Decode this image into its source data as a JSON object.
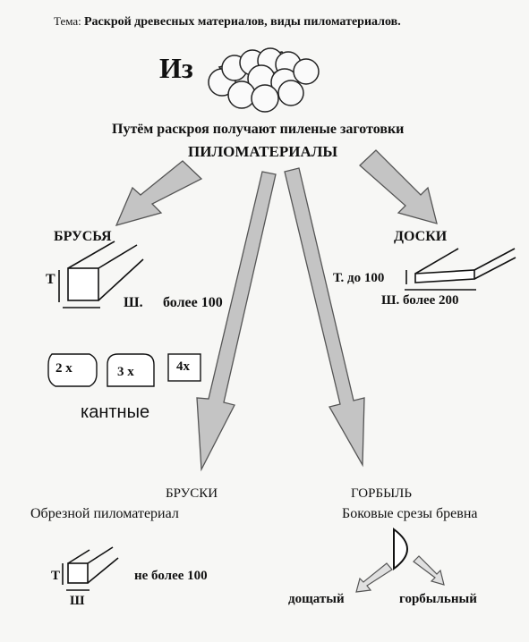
{
  "topic": {
    "prefix": "Тема:",
    "title": "Раскрой древесных материалов, виды пиломатериалов."
  },
  "from_label": "Из",
  "subtitle": "Путём раскроя получают пиленые заготовки",
  "main_label": "ПИЛОМАТЕРИАЛЫ",
  "brusya": {
    "heading": "БРУСЬЯ",
    "t_label": "Т",
    "w_label": "Ш.",
    "w_text": "более  100",
    "shapes": [
      "2 х",
      "3 х",
      "4х"
    ],
    "kind": "кантные"
  },
  "doski": {
    "heading": "ДОСКИ",
    "t_label": "Т. до 100",
    "w_label": "Ш. более 200"
  },
  "bruski": {
    "heading": "БРУСКИ",
    "desc": "Обрезной пиломатериал",
    "t_label": "Т",
    "w_label": "Ш",
    "limit": "не более 100"
  },
  "gorbyl": {
    "heading": "ГОРБЫЛЬ",
    "desc": "Боковые срезы бревна",
    "left": "дощатый",
    "right": "горбыльный"
  },
  "colors": {
    "arrow_fill": "#c4c4c4",
    "arrow_stroke": "#555555",
    "ink": "#111111"
  }
}
